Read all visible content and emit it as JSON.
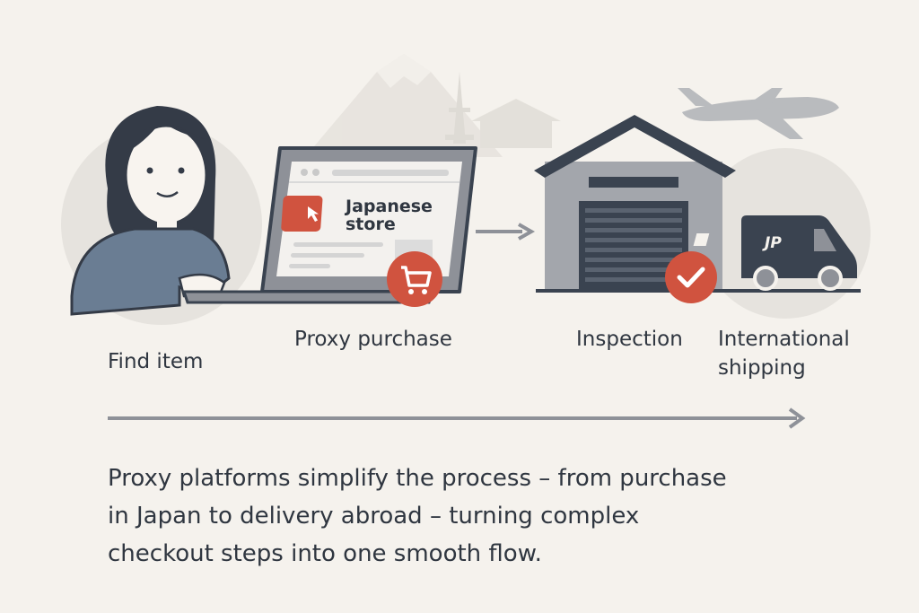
{
  "illustration": {
    "laptop_screen": {
      "store_line1": "Japanese",
      "store_line2": "store",
      "pointer_icon": "cursor-icon",
      "cart_icon": "shopping-cart-icon"
    },
    "van_logo": "JP",
    "check_icon": "checkmark-icon"
  },
  "steps": [
    {
      "label": "Find item"
    },
    {
      "label": "Proxy purchase"
    },
    {
      "label": "Inspection"
    },
    {
      "label_line1": "International",
      "label_line2": "shipping"
    }
  ],
  "caption": {
    "lines": [
      "Proxy platforms simplify the process – from purchase",
      "in Japan to delivery abroad – turning complex",
      "checkout steps into one smooth flow."
    ]
  },
  "colors": {
    "background": "#f5f2ed",
    "accent_red": "#d0533f",
    "dark": "#3a4350",
    "gray": "#8e9198"
  }
}
